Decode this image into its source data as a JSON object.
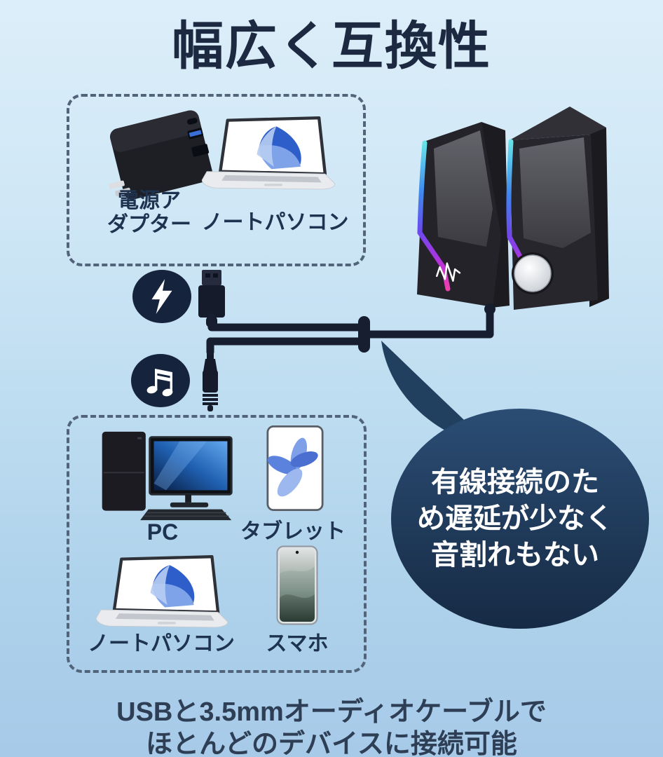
{
  "title": "幅広く互換性",
  "top_group": {
    "items": [
      {
        "name": "power-adapter",
        "label": "電源ア\nダプター"
      },
      {
        "name": "laptop",
        "label": "ノートパソコン"
      }
    ]
  },
  "connections": {
    "power_icon": "lightning-icon",
    "audio_icon": "music-notes-icon",
    "power_connector": "usb-a-plug",
    "audio_connector": "3.5mm-audio-jack"
  },
  "bottom_group": {
    "items": [
      {
        "name": "desktop-pc",
        "label": "PC"
      },
      {
        "name": "tablet",
        "label": "タブレット"
      },
      {
        "name": "laptop",
        "label": "ノートパソコン"
      },
      {
        "name": "smartphone",
        "label": "スマホ"
      }
    ]
  },
  "speech_bubble": {
    "lines": [
      "有線接続のた",
      "め遅延が少なく",
      "音割れもない"
    ]
  },
  "caption": {
    "lines": [
      "USBと3.5mmオーディオケーブルで",
      "ほとんどのデバイスに接続可能"
    ]
  },
  "colors": {
    "background_top": "#dceef9",
    "background_bottom": "#a6cae8",
    "title_navy": "#1c2940",
    "cable_black": "#161e30",
    "badge_navy": "#16233c",
    "bubble_navy_top": "#2b4d74",
    "bubble_navy_bottom": "#162a44",
    "dashed_border": "#51647a",
    "rgb_strip": [
      "#66e3ea",
      "#3f86ee",
      "#6a4bee",
      "#ef3fae"
    ]
  }
}
